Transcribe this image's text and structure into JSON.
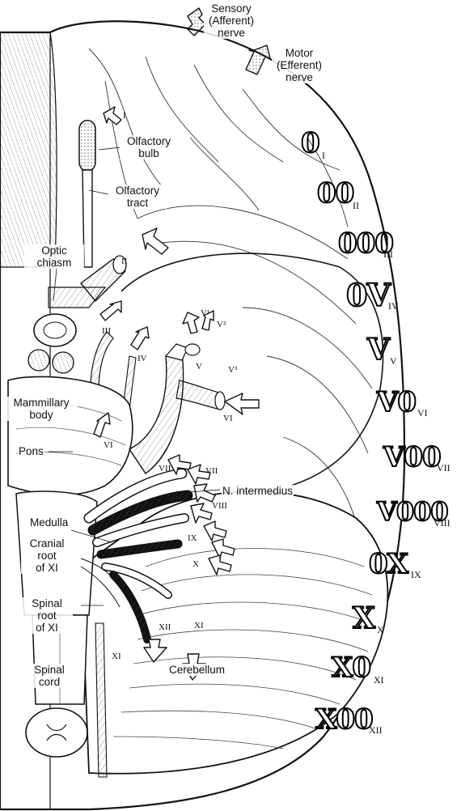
{
  "legend": {
    "sensory": [
      "Sensory",
      "(Afferent)",
      "nerve"
    ],
    "motor": [
      "Motor",
      "(Efferent)",
      "nerve"
    ]
  },
  "structures": {
    "olfactory_bulb": [
      "Olfactory",
      "bulb"
    ],
    "olfactory_tract": [
      "Olfactory",
      "tract"
    ],
    "optic_chiasm": [
      "Optic",
      "chiasm"
    ],
    "mammillary_body": [
      "Mammillary",
      "body"
    ],
    "pons": "Pons",
    "medulla": "Medulla",
    "cranial_root_xi": [
      "Cranial",
      "root",
      "of XI"
    ],
    "spinal_root_xi": [
      "Spinal",
      "root",
      "of XI"
    ],
    "spinal_cord": [
      "Spinal",
      "cord"
    ],
    "n_intermedius": "N. intermedius",
    "cerebellum": "Cerebellum"
  },
  "diagram_nerve_labels": {
    "i": "I",
    "ii": "II",
    "iii": "III",
    "iv": "IV",
    "v": "V",
    "v1": "V¹",
    "v2": "V²",
    "v3": "V³",
    "vi": "VI",
    "vii": "VII",
    "vii_b": "VII",
    "viii": "VIII",
    "ix": "IX",
    "x": "X",
    "xi": "XI",
    "xi_b": "XI",
    "xii": "XII"
  },
  "numeral_column": [
    {
      "big": "0",
      "small": "I"
    },
    {
      "big": "00",
      "small": "II"
    },
    {
      "big": "000",
      "small": "III"
    },
    {
      "big": "0V",
      "small": "IV"
    },
    {
      "big": "V",
      "small": "V"
    },
    {
      "big": "V0",
      "small": "VI"
    },
    {
      "big": "V00",
      "small": "VII"
    },
    {
      "big": "V000",
      "small": "VIII"
    },
    {
      "big": "0X",
      "small": "IX"
    },
    {
      "big": "X",
      "small": "X"
    },
    {
      "big": "X0",
      "small": "XI"
    },
    {
      "big": "X00",
      "small": "XII"
    }
  ]
}
